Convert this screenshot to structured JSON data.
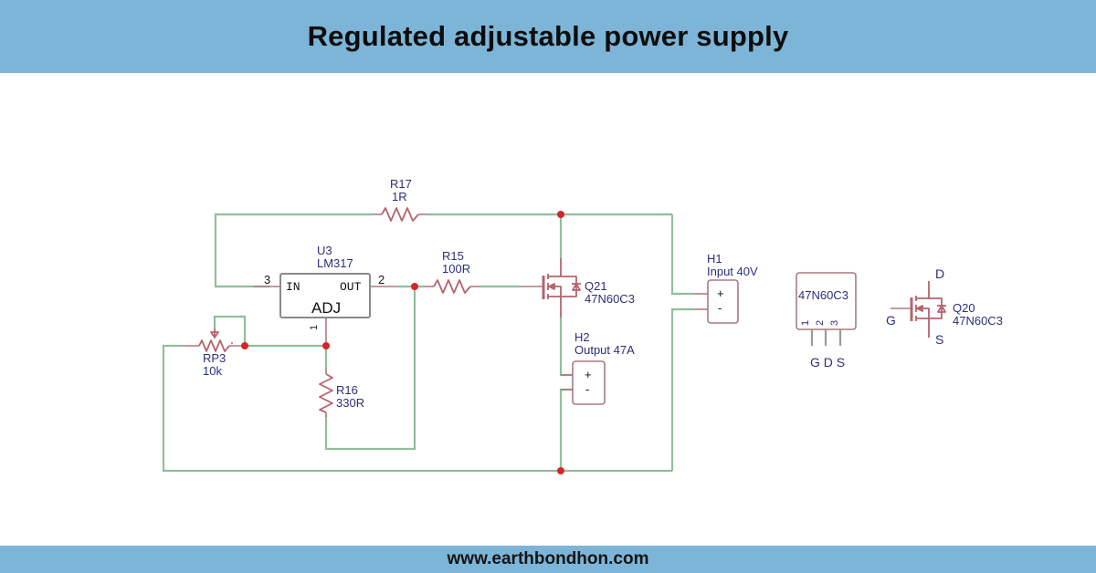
{
  "header": {
    "title": "Regulated adjustable power supply"
  },
  "footer": {
    "website": "www.earthbondhon.com"
  },
  "colors": {
    "banner": "#7cb5d8",
    "wire": "#8fbf9a",
    "component": "#b5646c",
    "node": "#d9232a",
    "label": "#2b2f7a"
  },
  "components": {
    "r17": {
      "ref": "R17",
      "value": "1R"
    },
    "u3": {
      "ref": "U3",
      "value": "LM317",
      "pin_in_label": "IN",
      "pin_out_label": "OUT",
      "pin_adj_label": "ADJ",
      "pin_in_number": "3",
      "pin_out_number": "2",
      "pin_adj_number": "1"
    },
    "r15": {
      "ref": "R15",
      "value": "100R"
    },
    "q21": {
      "ref": "Q21",
      "value": "47N60C3"
    },
    "rp3": {
      "ref": "RP3",
      "value": "10k"
    },
    "r16": {
      "ref": "R16",
      "value": "330R"
    },
    "h2": {
      "ref": "H2",
      "value": "Output 47A",
      "plus": "+",
      "minus": "-"
    },
    "h1": {
      "ref": "H1",
      "value": "Input 40V",
      "plus": "+",
      "minus": "-"
    },
    "package": {
      "label": "47N60C3",
      "pin1": "1",
      "pin2": "2",
      "pin3": "3",
      "pinout": "G D S"
    },
    "q20": {
      "ref": "Q20",
      "value": "47N60C3",
      "gate": "G",
      "drain": "D",
      "source": "S"
    }
  }
}
